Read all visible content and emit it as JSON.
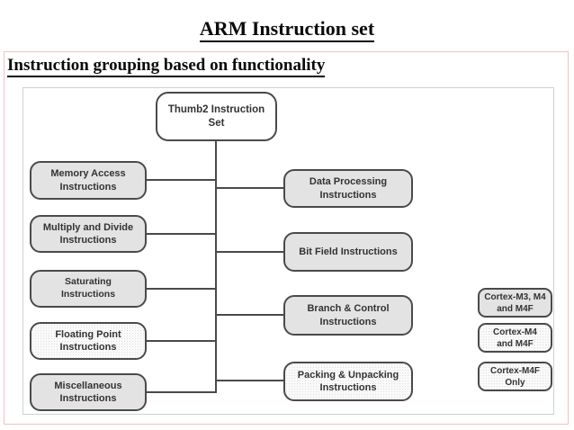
{
  "page": {
    "title": "ARM Instruction set",
    "subtitle": "Instruction grouping based on functionality"
  },
  "diagram": {
    "root": {
      "label": "Thumb2 Instruction Set"
    },
    "left_nodes": [
      {
        "label": "Memory Access Instructions"
      },
      {
        "label": "Multiply and Divide Instructions"
      },
      {
        "label": "Saturating Instructions"
      },
      {
        "label": "Floating Point Instructions"
      },
      {
        "label": "Miscellaneous Instructions"
      }
    ],
    "right_nodes": [
      {
        "label": "Data Processing Instructions"
      },
      {
        "label": "Bit Field Instructions"
      },
      {
        "label": "Branch & Control Instructions"
      },
      {
        "label": "Packing & Unpacking Instructions"
      }
    ],
    "core_nodes": [
      {
        "label": "Cortex-M3, M4 and M4F"
      },
      {
        "label": "Cortex-M4 and M4F"
      },
      {
        "label": "Cortex-M4F Only"
      }
    ],
    "colors": {
      "node_fill": "#e3e3e3",
      "node_fill_light": "#fafafa",
      "node_border": "#4a4a4a",
      "edge": "#4a4a4a",
      "outer_frame_border": "#f0c2c2",
      "inner_frame_border": "#c8d6c8",
      "text": "#333333"
    }
  }
}
